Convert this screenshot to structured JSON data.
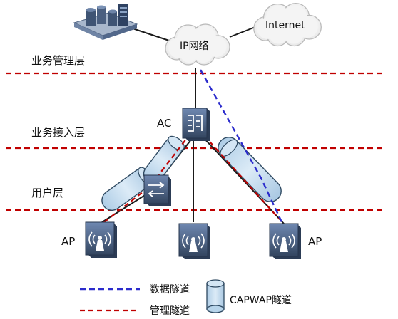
{
  "layers": {
    "management": "业务管理层",
    "access": "业务接入层",
    "user": "用户层"
  },
  "clouds": {
    "ip_network": "IP网络",
    "internet": "Internet"
  },
  "nodes": {
    "ac": "AC",
    "ap_left": "AP",
    "ap_right": "AP"
  },
  "legend": {
    "data_tunnel": "数据隧道",
    "mgmt_tunnel": "管理隧道",
    "capwap_tunnel": "CAPWAP隧道"
  },
  "colors": {
    "layer_line": "#c00000",
    "data_tunnel": "#2b2bcc",
    "mgmt_tunnel": "#c00000",
    "capwap_fill": "#c6dff2",
    "capwap_stroke": "#2f4a62",
    "device_dark": "#394c69",
    "device_light": "#5d77a1",
    "cloud_fill": "#f2f2f2",
    "cloud_stroke": "#b9b9b9"
  },
  "icons": [
    "server-cluster-icon",
    "cloud-icon",
    "ac-controller-icon",
    "switch-icon",
    "wireless-ap-icon",
    "capwap-cylinder-icon"
  ]
}
